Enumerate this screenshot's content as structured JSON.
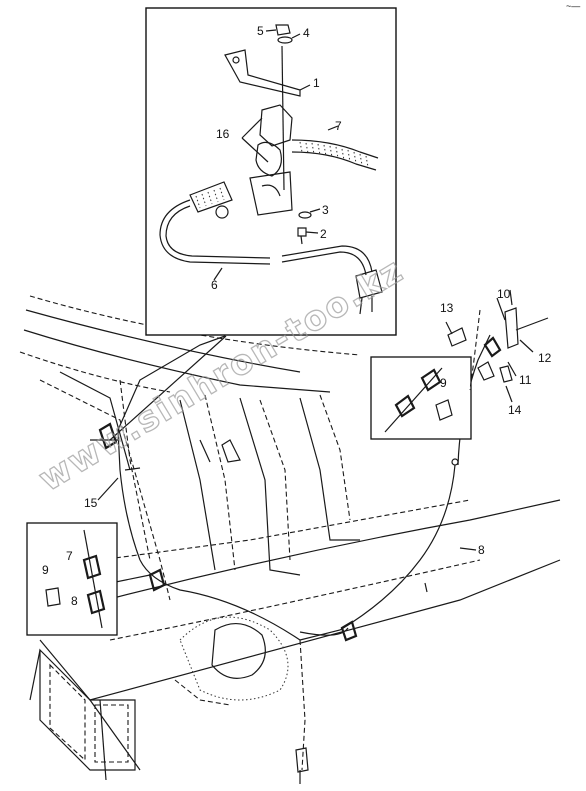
{
  "diagram": {
    "callouts": {
      "c1": "1",
      "c2": "2",
      "c3": "3",
      "c4": "4",
      "c5": "5",
      "c6": "6",
      "c7": "7",
      "c16": "16",
      "c13": "13",
      "c10": "10",
      "c11": "11",
      "c12": "12",
      "c14": "14",
      "c9a": "9",
      "c15": "15",
      "c8": "8",
      "c7b": "7",
      "c9b": "9",
      "c8b": "8"
    },
    "watermark": "www.sinhron-too.kz",
    "corner_mark": "~—"
  }
}
